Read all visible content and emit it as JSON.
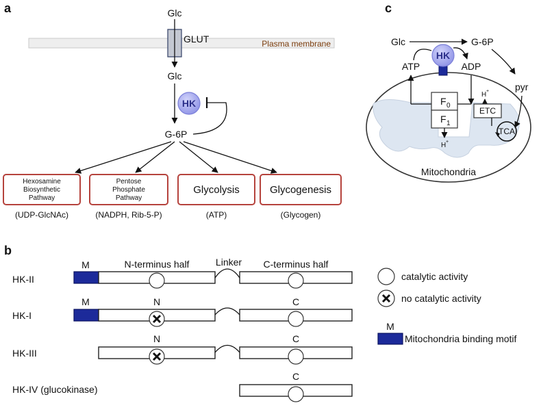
{
  "panel_a": {
    "letter": "a",
    "glc_top": "Glc",
    "transporter": "GLUT",
    "membrane": "Plasma membrane",
    "glc_inside": "Glc",
    "hk": "HK",
    "g6p": "G-6P",
    "pathways": [
      {
        "lines": [
          "Hexosamine",
          "Biosynthetic",
          "Pathway"
        ],
        "product": "(UDP-GlcNAc)"
      },
      {
        "lines": [
          "Pentose",
          "Phosphate",
          "Pathway"
        ],
        "product": "(NADPH, Rib-5-P)"
      },
      {
        "lines": [
          "Glycolysis"
        ],
        "product": "(ATP)"
      },
      {
        "lines": [
          "Glycogenesis"
        ],
        "product": "(Glycogen)"
      }
    ]
  },
  "panel_b": {
    "letter": "b",
    "rows": [
      {
        "label": "HK-II",
        "has_m": true,
        "m_label": "M",
        "n_half": true,
        "n_site": "active",
        "n_label": "N-terminus half",
        "linker": "Linker",
        "c_site": "active",
        "c_label": "C-terminus half"
      },
      {
        "label": "HK-I",
        "has_m": true,
        "m_label": "M",
        "n_half": true,
        "n_site": "inactive",
        "n_label": "N",
        "linker": "",
        "c_site": "active",
        "c_label": "C"
      },
      {
        "label": "HK-III",
        "has_m": false,
        "m_label": "",
        "n_half": true,
        "n_site": "inactive",
        "n_label": "N",
        "linker": "",
        "c_site": "active",
        "c_label": "C"
      },
      {
        "label": "HK-IV (glucokinase)",
        "has_m": false,
        "m_label": "",
        "n_half": false,
        "n_site": "",
        "n_label": "",
        "linker": "",
        "c_site": "active",
        "c_label": "C"
      }
    ],
    "legend": {
      "active": "catalytic activity",
      "inactive": "no catalytic activity",
      "m_letter": "M",
      "motif": "Mitochondria binding motif"
    }
  },
  "panel_c": {
    "letter": "c",
    "glc": "Glc",
    "g6p": "G-6P",
    "hk": "HK",
    "atp": "ATP",
    "adp": "ADP",
    "pyr": "pyr",
    "f0": "F",
    "f0_sub": "0",
    "f1": "F",
    "f1_sub": "1",
    "h_plus_bottom": "H",
    "h_plus_top": "H",
    "plus": "+",
    "etc": "ETC",
    "tca": "TCA",
    "mito": "Mitochondria"
  },
  "colors": {
    "hk_fill": "#a9acf0",
    "hk_stroke": "#7b7fd8",
    "motif": "#1c2a9a",
    "pathway_border": "#b5423c",
    "membrane": "#eeeeee",
    "matrix": "#dde6f1"
  }
}
